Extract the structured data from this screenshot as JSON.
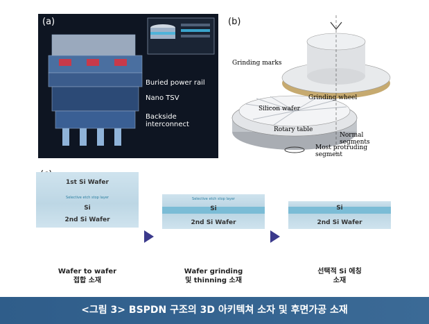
{
  "panel_a": {
    "label": "(a)",
    "callouts": [
      "Buried power rail",
      "Nano TSV",
      "Backside interconnect"
    ]
  },
  "panel_b": {
    "label": "(b)",
    "labels": {
      "grinding_marks": "Grinding marks",
      "grinding_wheel": "Grinding wheel",
      "silicon_wafer": "Silicon wafer",
      "rotary_table": "Rotary table",
      "normal_segments": "Normal segments",
      "most_protruding": "Most protruding segment"
    }
  },
  "panel_c": {
    "label": "(c)",
    "steps": [
      {
        "top": "1st Si Wafer",
        "etch": "Selective etch stop layer",
        "si": "Si",
        "bottom": "2nd Si Wafer",
        "caption": [
          "Wafer to wafer",
          "접합 소재"
        ]
      },
      {
        "top": "",
        "etch": "Selective etch stop layer",
        "si": "Si",
        "bottom": "2nd Si Wafer",
        "caption": [
          "Wafer grinding",
          "및 thinning 소재"
        ]
      },
      {
        "top": "",
        "etch": "",
        "si": "Si",
        "bottom": "2nd Si Wafer",
        "caption": [
          "선택적 Si 에칭",
          "소재"
        ]
      }
    ]
  },
  "footer": {
    "caption": "<그림 3> BSPDN 구조의 3D 아키텍쳐 소자 및 후면가공 소재"
  },
  "colors": {
    "accent": "#3b3a8c",
    "footer": "#2f5d8a",
    "wafer": "#bcd6e4"
  }
}
